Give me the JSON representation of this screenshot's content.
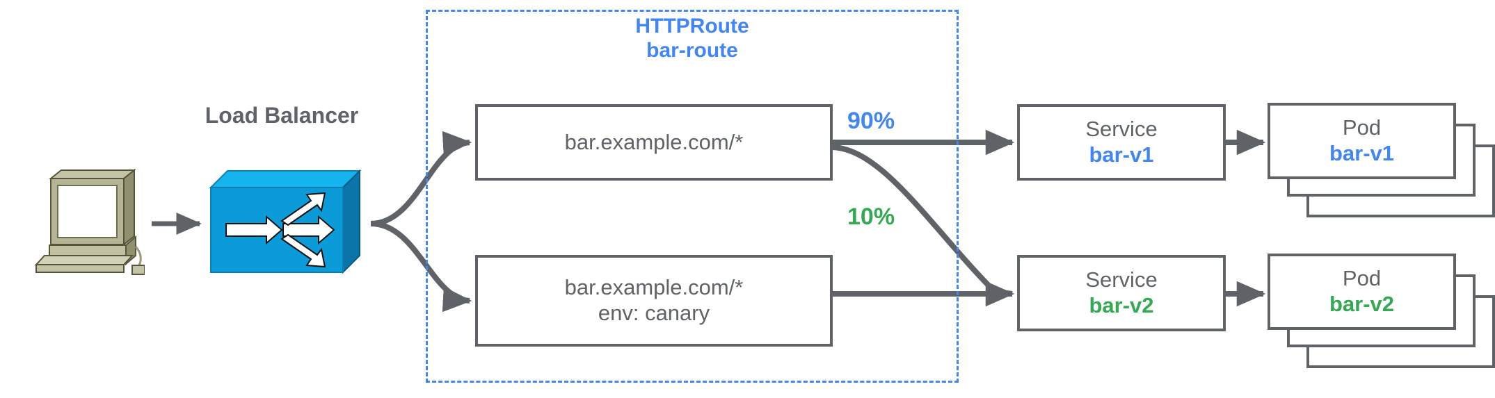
{
  "diagram": {
    "title_group": {
      "kind": "HTTPRoute",
      "name": "bar-route",
      "border_color": "#4285f4"
    },
    "client": {
      "icon": "desktop-computer-icon"
    },
    "load_balancer": {
      "label": "Load Balancer",
      "icon": "network-switch-icon",
      "color": "#0b9bd8"
    },
    "matches": [
      {
        "lines": [
          "bar.example.com/*"
        ]
      },
      {
        "lines": [
          "bar.example.com/*",
          "env: canary"
        ]
      }
    ],
    "weights": [
      {
        "label": "90%",
        "color": "#4285f4"
      },
      {
        "label": "10%",
        "color": "#34a853"
      }
    ],
    "services": [
      {
        "kind": "Service",
        "name": "bar-v1",
        "color": "#4285f4"
      },
      {
        "kind": "Service",
        "name": "bar-v2",
        "color": "#34a853"
      }
    ],
    "pods": [
      {
        "kind": "Pod",
        "name": "bar-v1",
        "color": "#4285f4",
        "replicas": 3
      },
      {
        "kind": "Pod",
        "name": "bar-v2",
        "color": "#34a853",
        "replicas": 3
      }
    ],
    "palette": {
      "stroke_gray": "#5f6368",
      "blue": "#4285f4",
      "green": "#34a853",
      "switch_blue": "#0b9bd8",
      "computer_khaki": "#b0b08c"
    }
  }
}
